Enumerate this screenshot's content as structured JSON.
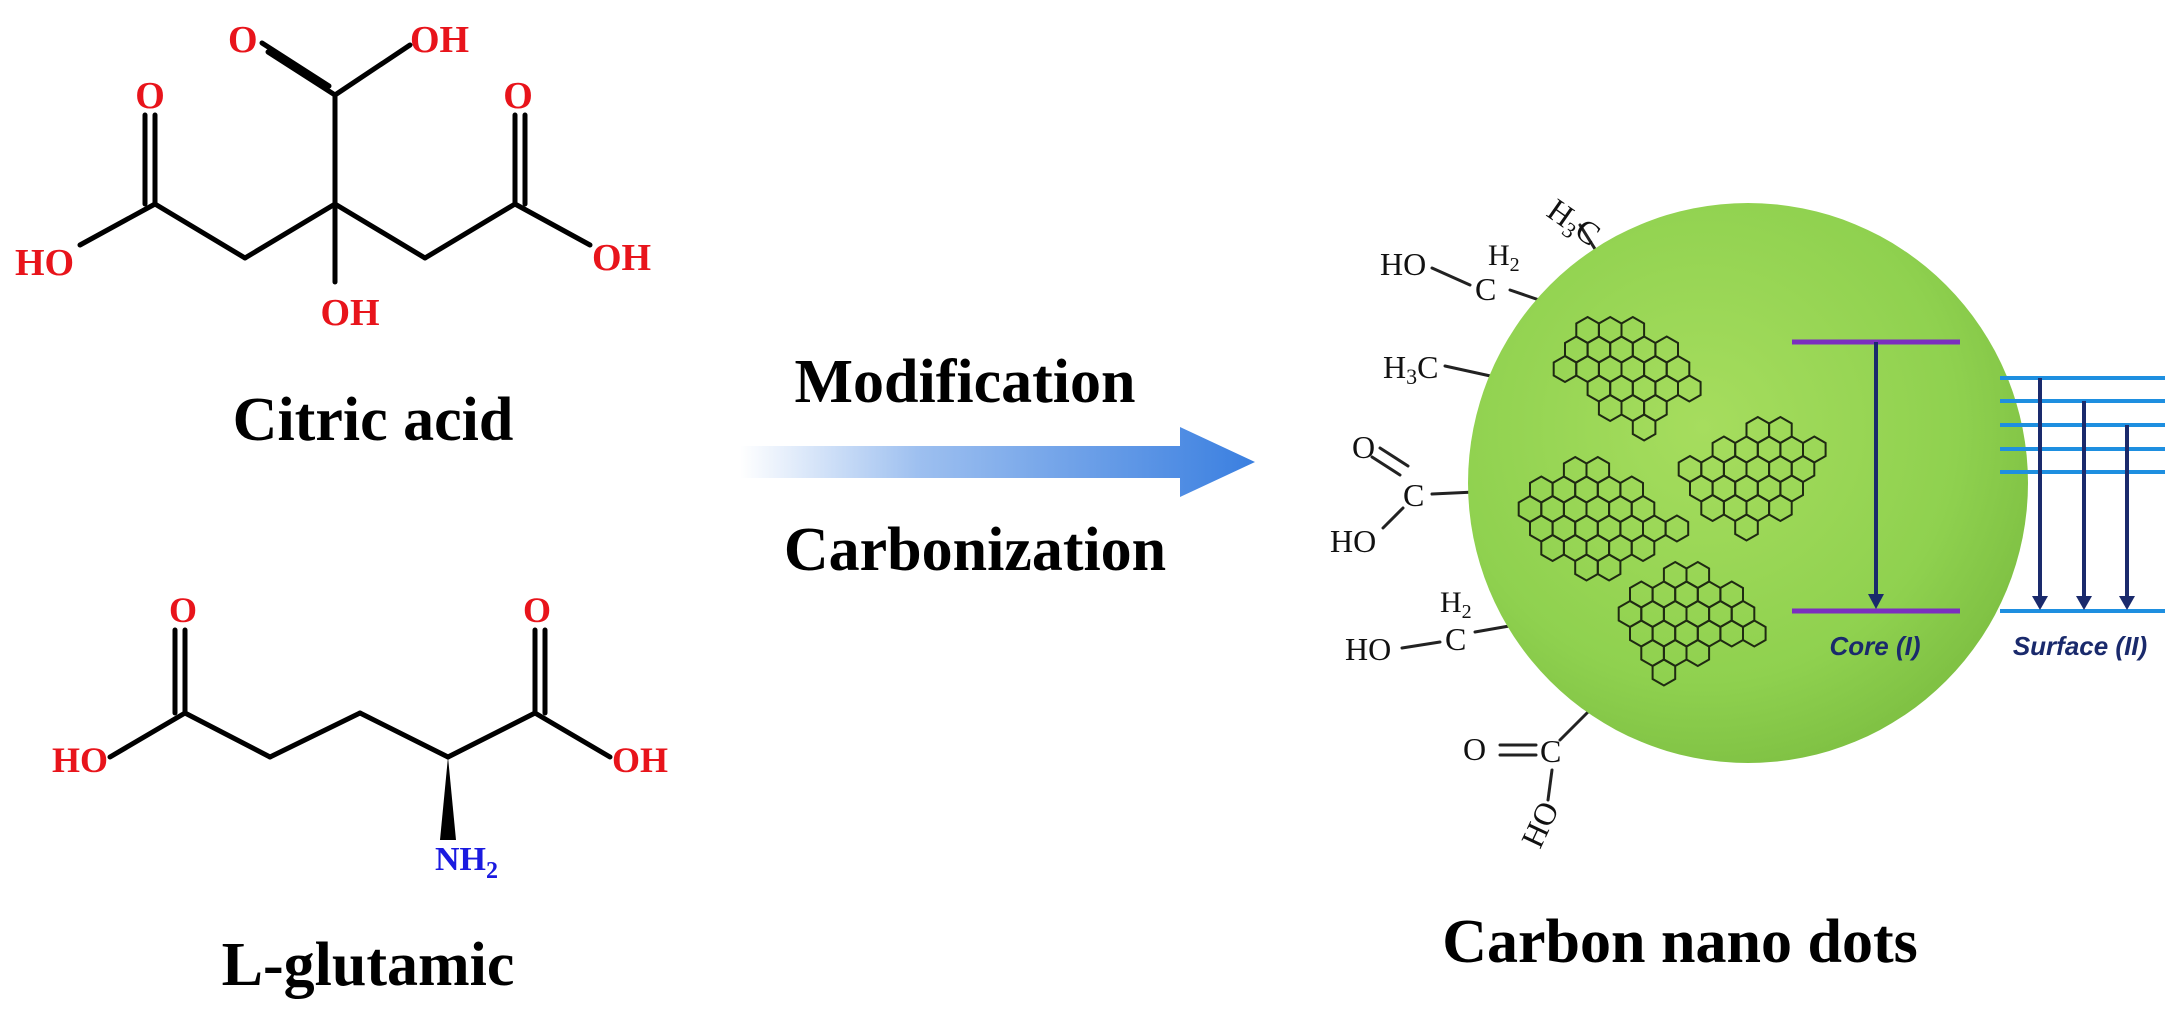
{
  "citric_acid": {
    "name": "Citric acid",
    "atoms": {
      "o_top": "O",
      "oh_top": "OH",
      "o_left": "O",
      "o_right": "O",
      "ho_left": "HO",
      "oh_right": "OH",
      "oh_center": "OH"
    }
  },
  "glutamic": {
    "name": "L-glutamic",
    "atoms": {
      "o_left": "O",
      "o_right": "O",
      "ho_left": "HO",
      "oh_right": "OH",
      "nh2": "NH",
      "nh2_sub": "2"
    }
  },
  "process": {
    "step1": "Modification",
    "step2": "Carbonization"
  },
  "carbon_dot": {
    "name": "Carbon nano dots",
    "core_label": "Core (I)",
    "surface_label": "Surface (II)",
    "groups": {
      "ch3_top": {
        "h": "H",
        "sub": "3",
        "c": "C"
      },
      "ch2oh_top": {
        "ho": "HO",
        "c": "C",
        "h2": "H",
        "h2sub": "2"
      },
      "ch3_mid": {
        "h": "H",
        "sub": "3",
        "c": "C"
      },
      "cooh_left": {
        "o": "O",
        "c": "C",
        "ho": "HO"
      },
      "ch2oh_low": {
        "ho": "HO",
        "c": "C",
        "h2": "H",
        "h2sub": "2"
      },
      "cooh_bottom": {
        "o": "O",
        "c": "C",
        "ho": "HO"
      }
    }
  },
  "colors": {
    "heteroatom": "#e8141b",
    "nitrogen": "#1a1ae0",
    "sphere": "#8fd14f",
    "arrow": "#3a7fe0",
    "energy_line": "#7b2fbf",
    "surface_line": "#1e8fe0",
    "transition_arrow": "#1a2a6c"
  }
}
